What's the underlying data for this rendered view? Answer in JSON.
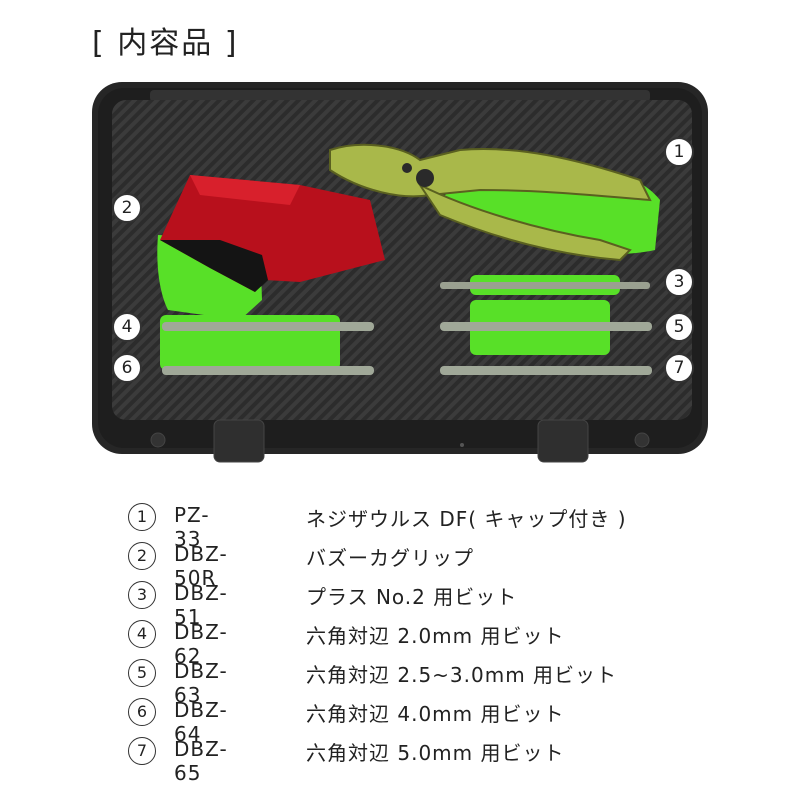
{
  "heading": "[ 内容品 ]",
  "markers": [
    "1",
    "2",
    "3",
    "4",
    "5",
    "6",
    "7"
  ],
  "items": [
    {
      "num": "1",
      "code": "PZ-33",
      "desc": "ネジザウルス DF( キャップ付き )"
    },
    {
      "num": "2",
      "code": "DBZ-50R",
      "desc": "バズーカグリップ"
    },
    {
      "num": "3",
      "code": "DBZ-51",
      "desc": "プラス No.2 用ビット"
    },
    {
      "num": "4",
      "code": "DBZ-62",
      "desc": "六角対辺 2.0mm 用ビット"
    },
    {
      "num": "5",
      "code": "DBZ-63",
      "desc": "六角対辺 2.5~3.0mm 用ビット"
    },
    {
      "num": "6",
      "code": "DBZ-64",
      "desc": "六角対辺 4.0mm 用ビット"
    },
    {
      "num": "7",
      "code": "DBZ-65",
      "desc": "六角対辺 5.0mm 用ビット"
    }
  ],
  "colors": {
    "case": "#2a2a2a",
    "foam": "#3a3a3a",
    "slot": "#58e028",
    "pliers": "#a9b84a",
    "grip": "#b8101c"
  }
}
